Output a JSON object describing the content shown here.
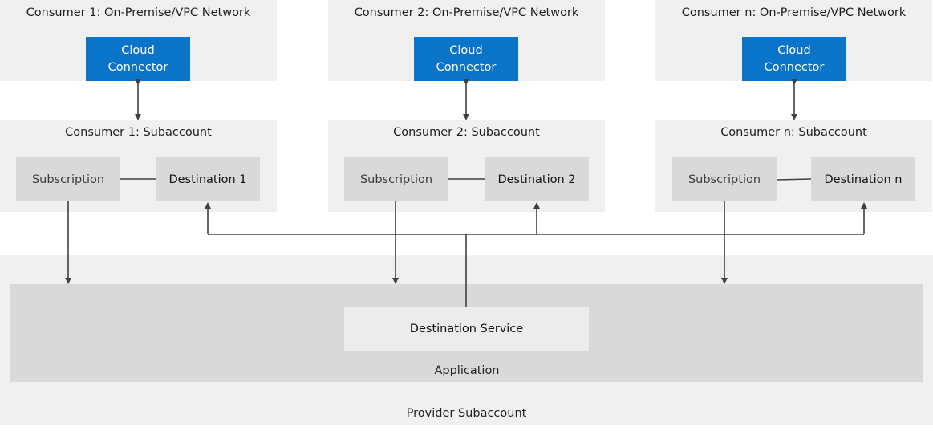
{
  "networks": [
    {
      "title": "Consumer 1: On-Premise/VPC Network",
      "connector_line1": "Cloud",
      "connector_line2": "Connector"
    },
    {
      "title": "Consumer 2: On-Premise/VPC Network",
      "connector_line1": "Cloud",
      "connector_line2": "Connector"
    },
    {
      "title": "Consumer n: On-Premise/VPC Network",
      "connector_line1": "Cloud",
      "connector_line2": "Connector"
    }
  ],
  "subaccounts": [
    {
      "title": "Consumer 1: Subaccount",
      "subscription": "Subscription",
      "destination": "Destination 1"
    },
    {
      "title": "Consumer 2: Subaccount",
      "subscription": "Subscription",
      "destination": "Destination 2"
    },
    {
      "title": "Consumer n: Subaccount",
      "subscription": "Subscription",
      "destination": "Destination n"
    }
  ],
  "provider": {
    "title": "Provider Subaccount",
    "application_label": "Application",
    "destination_service_label": "Destination Service"
  },
  "colors": {
    "cloud_connector": "#0a74c9",
    "panel_bg": "#f0f0f0",
    "box_bg": "#d9d9d9",
    "line": "#404040"
  }
}
